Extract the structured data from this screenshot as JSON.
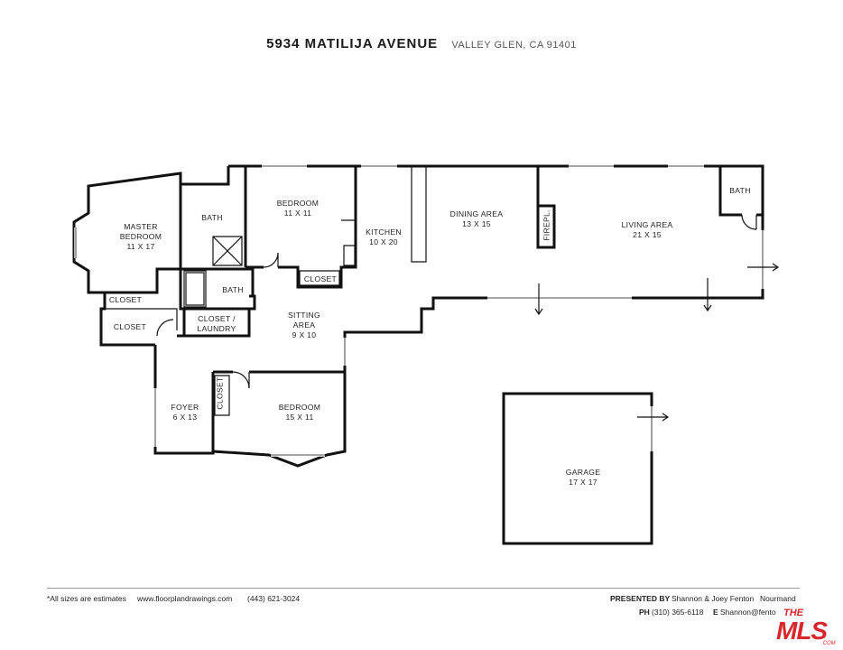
{
  "header": {
    "address": "5934 MATILIJA AVENUE",
    "city": "VALLEY GLEN, CA 91401"
  },
  "rooms": [
    {
      "name": "MASTER BEDROOM",
      "size": "11 X 17"
    },
    {
      "name": "BATH"
    },
    {
      "name": "BEDROOM",
      "size": "11 X 11"
    },
    {
      "name": "KITCHEN",
      "size": "10 X 20"
    },
    {
      "name": "DINING AREA",
      "size": "13 X 15"
    },
    {
      "name": "FIREPL."
    },
    {
      "name": "LIVING AREA",
      "size": "21 X 15"
    },
    {
      "name": "BATH"
    },
    {
      "name": "CLOSET"
    },
    {
      "name": "BATH"
    },
    {
      "name": "CLOSET"
    },
    {
      "name": "CLOSET"
    },
    {
      "name": "CLOSET / LAUNDRY"
    },
    {
      "name": "SITTING AREA",
      "size": "9 X 10"
    },
    {
      "name": "FOYER",
      "size": "6 X 13"
    },
    {
      "name": "CLOSET"
    },
    {
      "name": "BEDROOM",
      "size": "15 X 11"
    },
    {
      "name": "GARAGE",
      "size": "17 X 17"
    }
  ],
  "footer": {
    "disclaimer": "*All sizes are estimates",
    "website": "www.floorplandrawings.com",
    "phone": "(443) 621-3024",
    "presented_label": "PRESENTED BY",
    "presenters": "Shannon & Joey Fenton",
    "presenters_extra": "Nourmand",
    "ph_label": "PH",
    "ph_value": "(310) 365-6118",
    "e_label": "E",
    "e_value": "Shannon@fento"
  },
  "logo": {
    "text": "THE MLS",
    "suffix": ".COM",
    "color": "#d9262c"
  }
}
